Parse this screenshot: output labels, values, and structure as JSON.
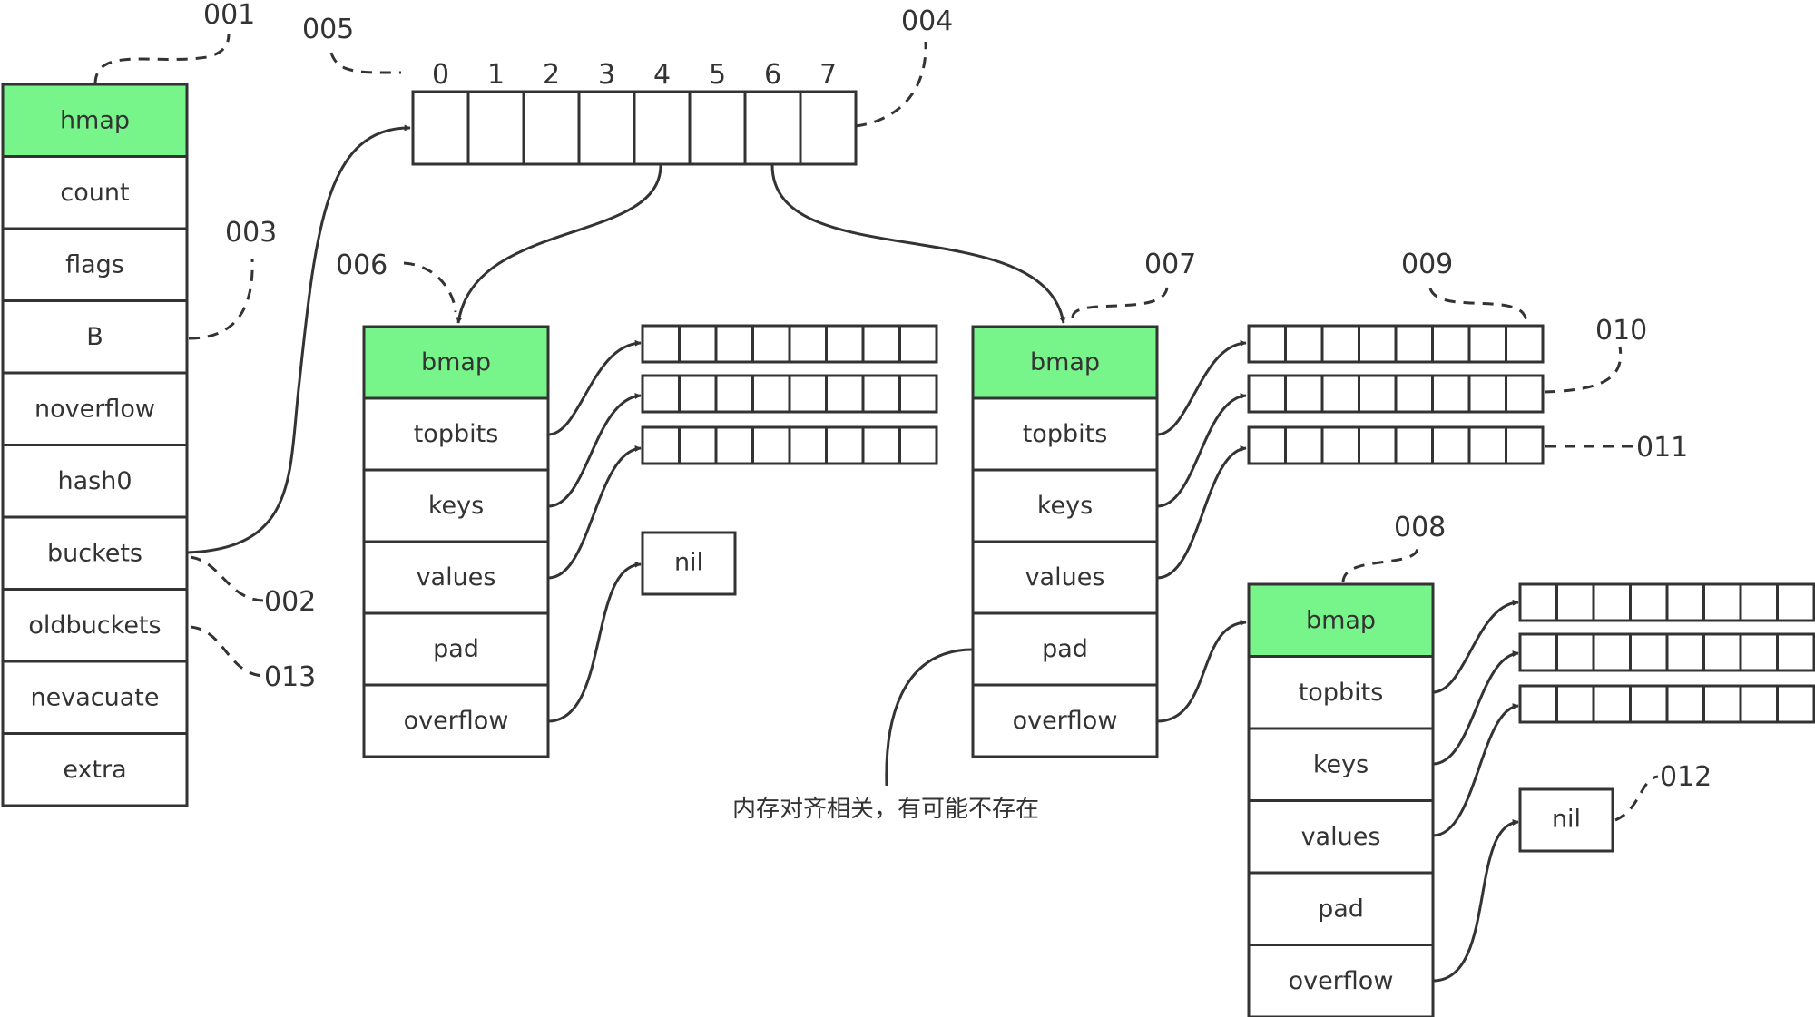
{
  "colors": {
    "header_fill": "#77f48a",
    "cell_fill": "#ffffff",
    "stroke": "#333333",
    "text": "#333333"
  },
  "hmap": {
    "fields": [
      "hmap",
      "count",
      "flags",
      "B",
      "noverflow",
      "hash0",
      "buckets",
      "oldbuckets",
      "nevacuate",
      "extra"
    ]
  },
  "bucket_array": {
    "indices": [
      "0",
      "1",
      "2",
      "3",
      "4",
      "5",
      "6",
      "7"
    ]
  },
  "bmap": {
    "fields": [
      "bmap",
      "topbits",
      "keys",
      "values",
      "pad",
      "overflow"
    ]
  },
  "nil_label": "nil",
  "callouts": {
    "c001": "001",
    "c002": "002",
    "c003": "003",
    "c004": "004",
    "c005": "005",
    "c006": "006",
    "c007": "007",
    "c008": "008",
    "c009": "009",
    "c010": "010",
    "c011": "011",
    "c012": "012",
    "c013": "013"
  },
  "pad_note": "内存对齐相关，有可能不存在"
}
